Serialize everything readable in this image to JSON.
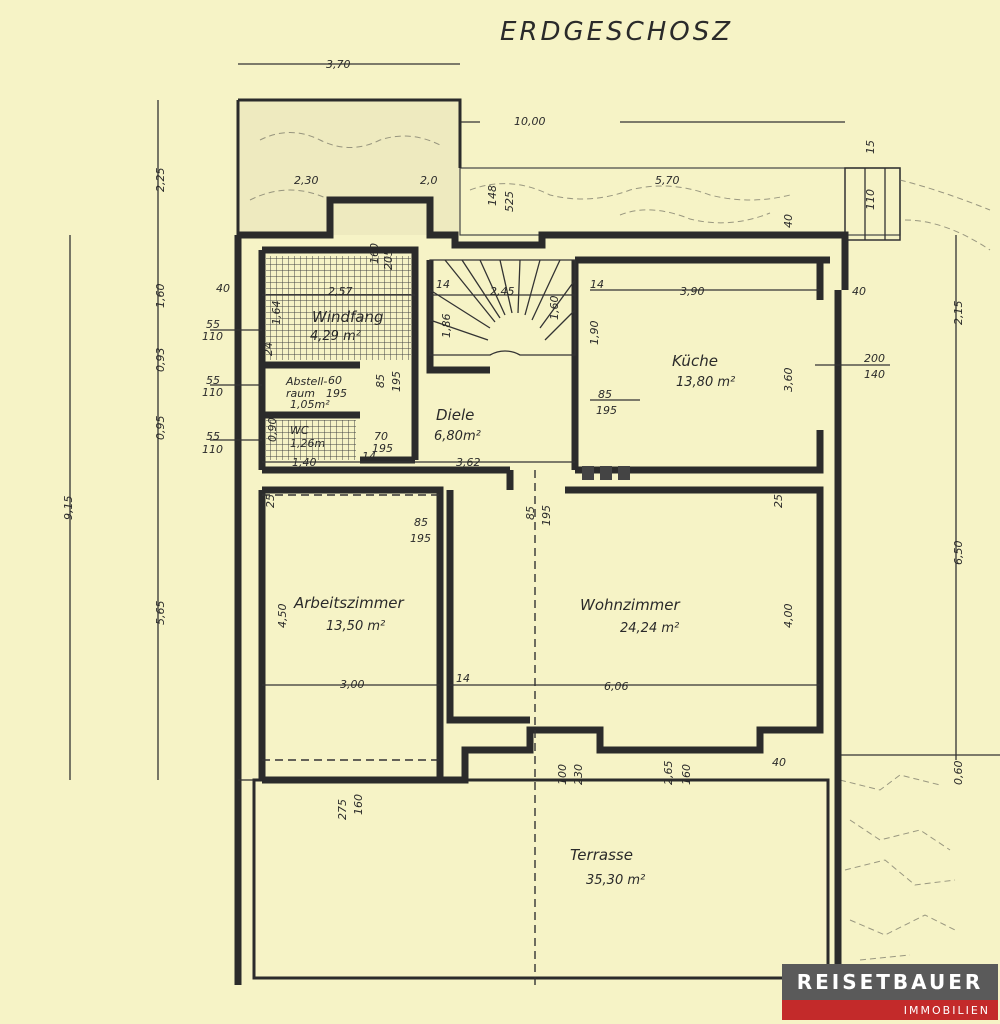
{
  "title": "ERDGESCHOSZ",
  "rooms": {
    "windfang": {
      "name": "Windfang",
      "area": "4,29 m²"
    },
    "abstell": {
      "name": "Abstell-",
      "name2": "raum",
      "area": "1,05m²"
    },
    "wc": {
      "name": "WC",
      "area": "1,26m"
    },
    "diele": {
      "name": "Diele",
      "area": "6,80m²"
    },
    "kueche": {
      "name": "Küche",
      "area": "13,80 m²"
    },
    "arbeitszimmer": {
      "name": "Arbeitszimmer",
      "area": "13,50 m²"
    },
    "wohnzimmer": {
      "name": "Wohnzimmer",
      "area": "24,24 m²"
    },
    "terrasse": {
      "name": "Terrasse",
      "area": "35,30 m²"
    }
  },
  "dims": {
    "top_370": "3,70",
    "top_1000": "10,00",
    "d_230": "2,30",
    "d_200": "2,0",
    "d_570": "5,70",
    "d_148": "148",
    "d_525": "525",
    "d_15": "15",
    "d_110a": "110",
    "d_40a": "40",
    "d_257": "2,57",
    "d_160a": "160",
    "d_205": "205",
    "d_245": "2,45",
    "d_14a": "14",
    "d_14b": "14",
    "d_390": "3,90",
    "d_40b": "40",
    "d_40c": "40",
    "d_164": "1,64",
    "d_186": "1,86",
    "d_160b": "1,60",
    "d_190": "1,90",
    "d_24": "24",
    "d_55a": "55",
    "d_110b": "110",
    "d_55b": "55",
    "d_110c": "110",
    "d_55c": "55",
    "d_110d": "110",
    "d_060": "60",
    "d_195a": "195",
    "d_85a": "85",
    "d_195b": "195",
    "d_85b": "85",
    "d_195c": "195",
    "d_090": "0,90",
    "d_70": "70",
    "d_195d": "195",
    "d_14c": "14",
    "d_140": "1,40",
    "d_362": "3,62",
    "d_200b": "200",
    "d_140b": "140",
    "d_360": "3,60",
    "d_25a": "25",
    "d_25b": "25",
    "d_85c": "85",
    "d_195e": "195",
    "d_85d": "85",
    "d_195f": "195",
    "d_450": "4,50",
    "d_400": "4,00",
    "d_300": "3,00",
    "d_14d": "14",
    "d_606": "6,06",
    "d_100": "100",
    "d_230b": "230",
    "d_265": "2,65",
    "d_160c": "160",
    "d_40d": "40",
    "d_275": "275",
    "d_160d": "160",
    "left_225": "2,25",
    "left_160": "1,60",
    "left_093": "0,93",
    "left_095": "0,95",
    "left_565": "5,65",
    "left_915": "9,15",
    "right_215": "2,15",
    "right_650": "6,50",
    "right_060": "0,60"
  },
  "logo": {
    "top": "REISETBAUER",
    "bottom": "IMMOBILIEN"
  }
}
